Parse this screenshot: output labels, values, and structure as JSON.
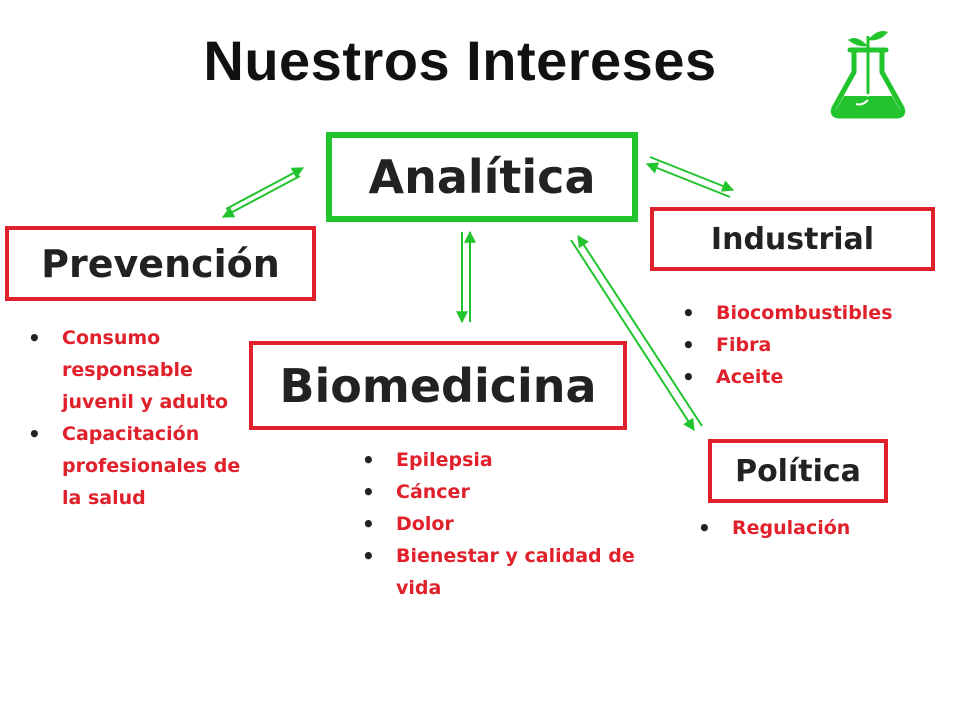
{
  "title": "Nuestros Intereses",
  "colors": {
    "accent_green": "#22c42e",
    "box_red": "#e0202a",
    "bullet_text_red": "#e0202a",
    "text_dark": "#111111"
  },
  "logo": {
    "icon": "flask-plant-icon"
  },
  "nodes": {
    "analitica": "Analítica",
    "prevencion": "Prevención",
    "industrial": "Industrial",
    "biomedicina": "Biomedicina",
    "politica": "Política"
  },
  "lists": {
    "prevencion": [
      "Consumo responsable juvenil y adulto",
      "Capacitación profesionales de la salud"
    ],
    "industrial": [
      "Biocombustibles",
      "Fibra",
      "Aceite"
    ],
    "biomedicina": [
      "Epilepsia",
      "Cáncer",
      "Dolor",
      "Bienestar y calidad de vida"
    ],
    "politica": [
      "Regulación"
    ]
  }
}
